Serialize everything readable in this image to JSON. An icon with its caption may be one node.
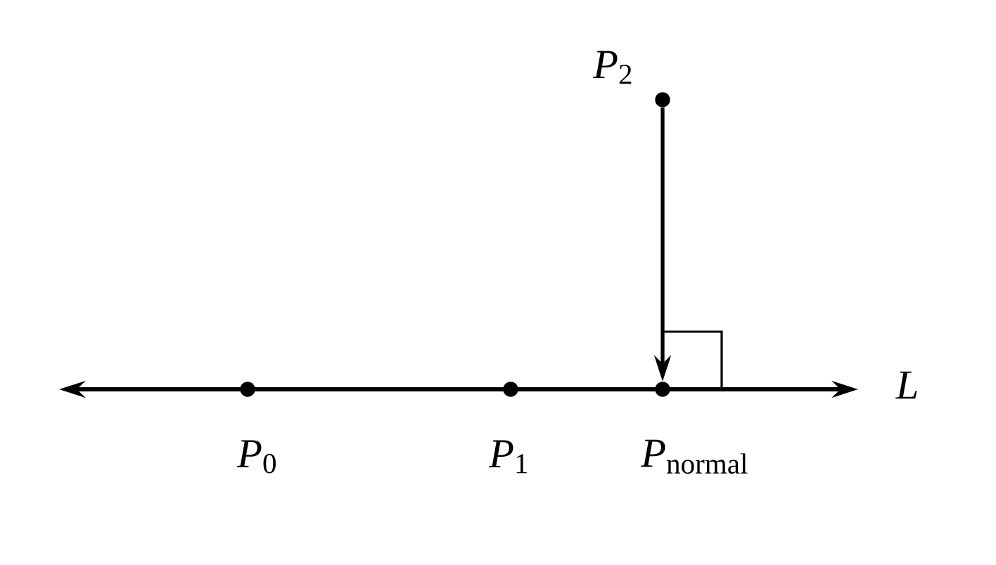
{
  "diagram": {
    "nodes": [
      {
        "text": [],
        "shape": "circle",
        "beside": [
          "*P*$_{0}$"
        ]
      },
      {
        "text": [],
        "shape": "circle",
        "beside": [
          "*P*$_{1}$"
        ]
      },
      {
        "text": [],
        "shape": "circle",
        "beside": [
          "*P*$_{normal}$"
        ]
      },
      {
        "text": [],
        "shape": "circle",
        "beside": [
          "*P*$_{2}$"
        ]
      }
    ],
    "edges": [
      {
        "from": 3,
        "to": 2,
        "arrow": "to"
      }
    ],
    "labels": [
      "*L*"
    ]
  }
}
